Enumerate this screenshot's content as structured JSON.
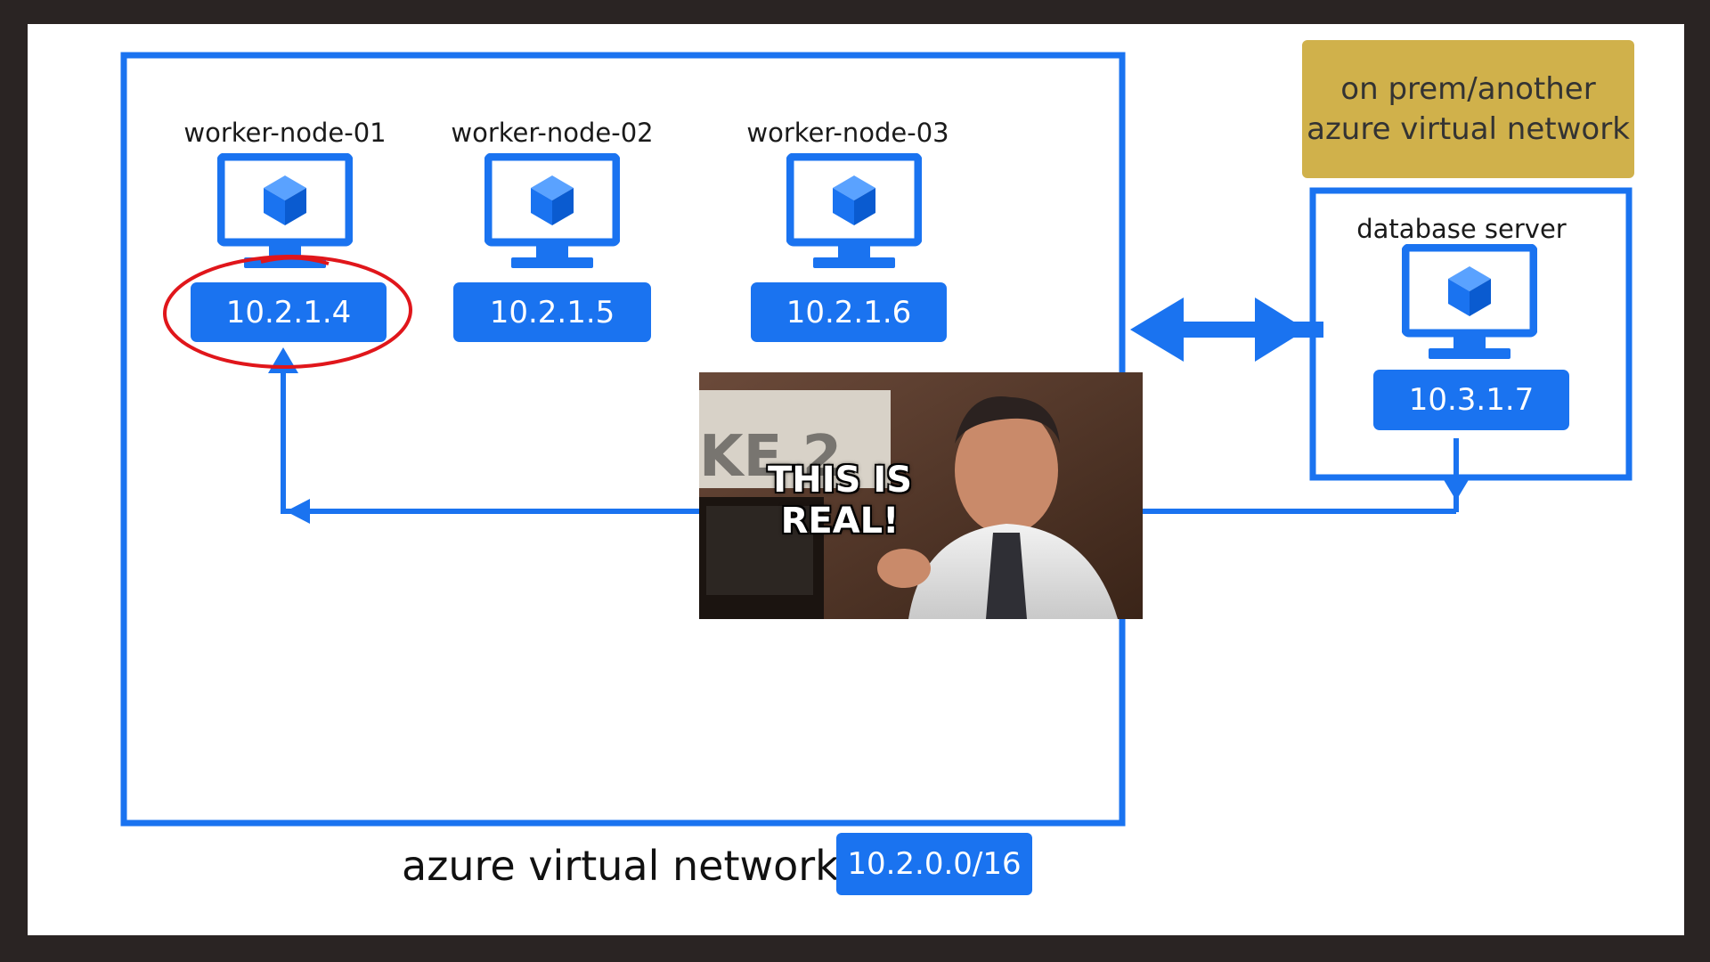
{
  "colors": {
    "accent": "#1a73f0",
    "onprem": "#d0b14b",
    "annotation": "#e0161b"
  },
  "vnet": {
    "title": "azure virtual network",
    "cidr": "10.2.0.0/16"
  },
  "nodes": [
    {
      "name": "worker-node-01",
      "ip": "10.2.1.4"
    },
    {
      "name": "worker-node-02",
      "ip": "10.2.1.5"
    },
    {
      "name": "worker-node-03",
      "ip": "10.2.1.6"
    }
  ],
  "external": {
    "label_line1": "on prem/another",
    "label_line2": "azure virtual network",
    "server_name": "database server",
    "server_ip": "10.3.1.7"
  },
  "meme": {
    "caption_line1": "THIS IS",
    "caption_line2": "REAL!",
    "wall_text": "KE 2"
  }
}
